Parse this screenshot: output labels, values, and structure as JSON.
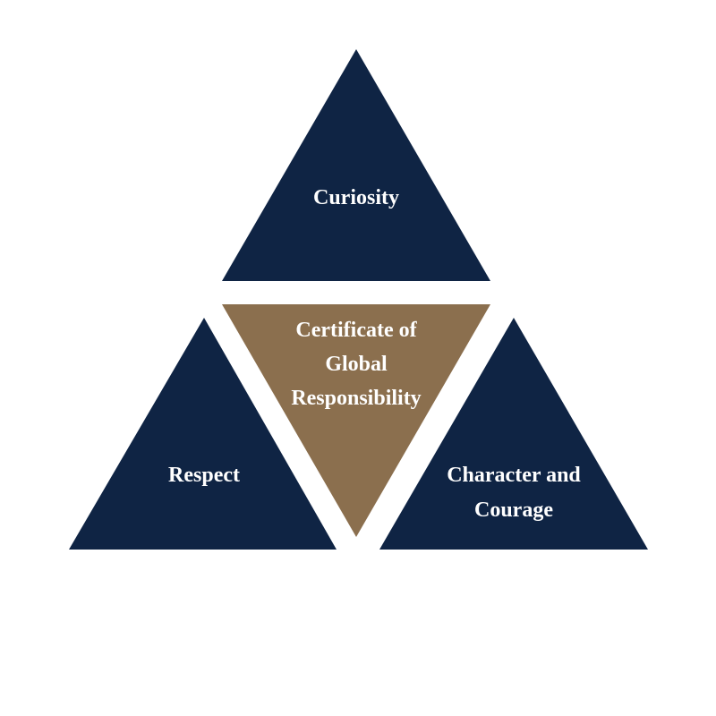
{
  "diagram": {
    "top": {
      "label": "Curiosity",
      "color": "#0f2444"
    },
    "left": {
      "label": "Respect",
      "color": "#0f2444"
    },
    "right": {
      "label_line1": "Character and",
      "label_line2": "Courage",
      "color": "#0f2444"
    },
    "center": {
      "label_line1": "Certificate of",
      "label_line2": "Global",
      "label_line3": "Responsibility",
      "color": "#8b6f4e"
    }
  }
}
